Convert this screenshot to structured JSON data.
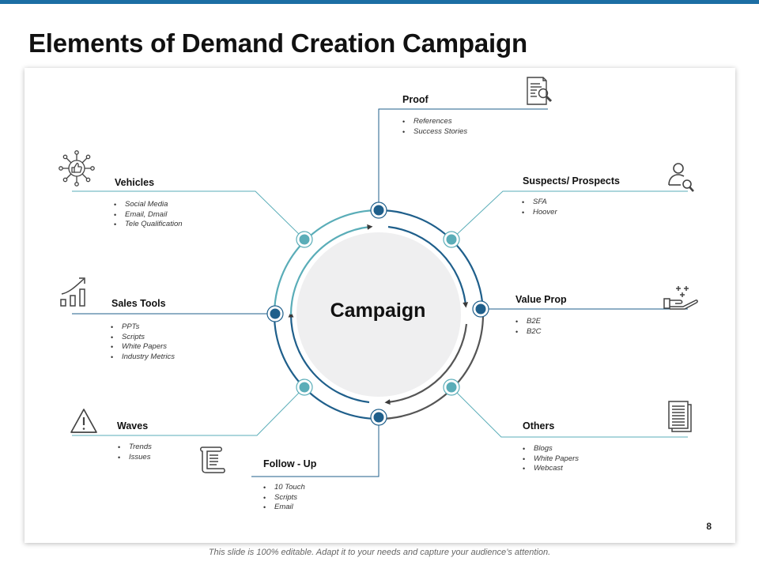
{
  "title": "Elements of Demand Creation Campaign",
  "center_label": "Campaign",
  "page_number": "8",
  "footer": "This slide is 100% editable. Adapt it to your needs and capture your audience’s attention.",
  "colors": {
    "dark_blue": "#1f5f8b",
    "teal": "#5aadb8",
    "gray": "#555555",
    "accent_bar": "#1c6ea4"
  },
  "elements": [
    {
      "heading": "Proof",
      "items": [
        "References",
        "Success Stories"
      ],
      "icon": "document-search-icon"
    },
    {
      "heading": "Suspects/ Prospects",
      "items": [
        "SFA",
        "Hoover"
      ],
      "icon": "user-search-icon"
    },
    {
      "heading": "Value Prop",
      "items": [
        "B2E",
        "B2C"
      ],
      "icon": "hand-sparkle-icon"
    },
    {
      "heading": "Others",
      "items": [
        "Blogs",
        "White Papers",
        "Webcast"
      ],
      "icon": "documents-icon"
    },
    {
      "heading": "Follow - Up",
      "items": [
        "10 Touch",
        "Scripts",
        "Email"
      ],
      "icon": "scroll-icon"
    },
    {
      "heading": "Waves",
      "items": [
        "Trends",
        "Issues"
      ],
      "icon": "warning-icon"
    },
    {
      "heading": "Sales Tools",
      "items": [
        "PPTs",
        "Scripts",
        "White Papers",
        "Industry Metrics"
      ],
      "icon": "growth-chart-icon"
    },
    {
      "heading": "Vehicles",
      "items": [
        "Social Media",
        "Email, Dmail",
        "Tele Qualification"
      ],
      "icon": "network-thumbs-up-icon"
    }
  ]
}
